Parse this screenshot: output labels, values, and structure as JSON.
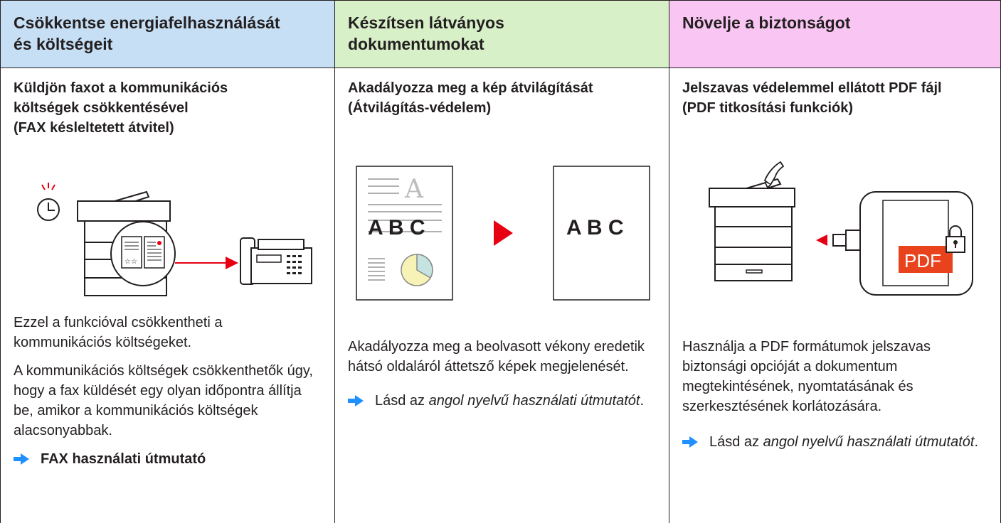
{
  "columns": [
    {
      "header": "Csökkentse energiafelhasználását és költségeit",
      "header_line1": "Csökkentse energiafelhasználását",
      "header_line2": "és költségeit",
      "header_color": "#c6dff5",
      "subtitle_lines": [
        "Küldjön faxot a kommunikációs",
        "költségek csökkentésével",
        "(FAX késleltetett átvitel)"
      ],
      "paragraphs": [
        "Ezzel a funkcióval csökkentheti a kommunikációs költségeket.",
        "A kommunikációs költségek csökkenthetők úgy, hogy a fax küldését egy olyan időpontra állítja be, amikor a kommunikációs költségek alacsonyabbak."
      ],
      "reference": "FAX használati útmutató"
    },
    {
      "header_line1": "Készítsen látványos",
      "header_line2": "dokumentumokat",
      "header_color": "#d8f0c8",
      "subtitle_lines": [
        "Akadályozza meg a kép átvilágítását",
        "(Átvilágítás-védelem)"
      ],
      "illustration_text": {
        "abc_left": "A B C",
        "abc_right": "A B C",
        "big_a": "A"
      },
      "paragraphs": [
        "Akadályozza meg a beolvasott vékony eredetik hátsó oldaláról áttetsző képek megjelenését."
      ],
      "reference_prefix": "Lásd az ",
      "reference_em": "angol nyelvű használati útmutatót",
      "reference_suffix": "."
    },
    {
      "header_line1": "Növelje a biztonságot",
      "header_color": "#f9c6f4",
      "subtitle_lines": [
        "Jelszavas védelemmel ellátott PDF fájl",
        "(PDF titkosítási funkciók)"
      ],
      "illustration_text": {
        "pdf": "PDF"
      },
      "paragraphs": [
        "Használja a PDF formátumok jelszavas biztonsági opcióját a dokumentum megtekintésének, nyomtatásának és szerkesztésének korlátozására."
      ],
      "reference_prefix": "Lásd az ",
      "reference_em": "angol nyelvű használati útmutatót",
      "reference_suffix": "."
    }
  ],
  "colors": {
    "arrow": "#1e90ff",
    "red": "#e60012",
    "border": "#231f20"
  }
}
